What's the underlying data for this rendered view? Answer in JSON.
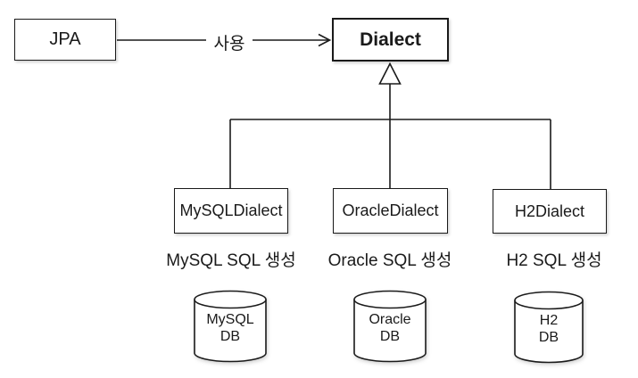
{
  "diagram": {
    "colors": {
      "background": "#ffffff",
      "line": "#1a1a1a",
      "text": "#1a1a1a",
      "node_fill": "#ffffff"
    },
    "nodes": {
      "jpa": {
        "label": "JPA"
      },
      "dialect": {
        "label": "Dialect"
      },
      "mysql_dialect": {
        "label": "MySQLDialect"
      },
      "oracle_dialect": {
        "label": "OracleDialect"
      },
      "h2_dialect": {
        "label": "H2Dialect"
      }
    },
    "edges": {
      "use": {
        "label": "사용",
        "type": "arrow",
        "from": "JPA",
        "to": "Dialect"
      },
      "inheritance": {
        "type": "hollow-triangle-generalization",
        "parent": "Dialect",
        "children": [
          "MySQLDialect",
          "OracleDialect",
          "H2Dialect"
        ]
      }
    },
    "captions": {
      "mysql": "MySQL SQL 생성",
      "oracle": "Oracle SQL 생성",
      "h2": "H2 SQL 생성"
    },
    "databases": {
      "mysql": {
        "line1": "MySQL",
        "line2": "DB"
      },
      "oracle": {
        "line1": "Oracle",
        "line2": "DB"
      },
      "h2": {
        "line1": "H2",
        "line2": "DB"
      }
    }
  }
}
